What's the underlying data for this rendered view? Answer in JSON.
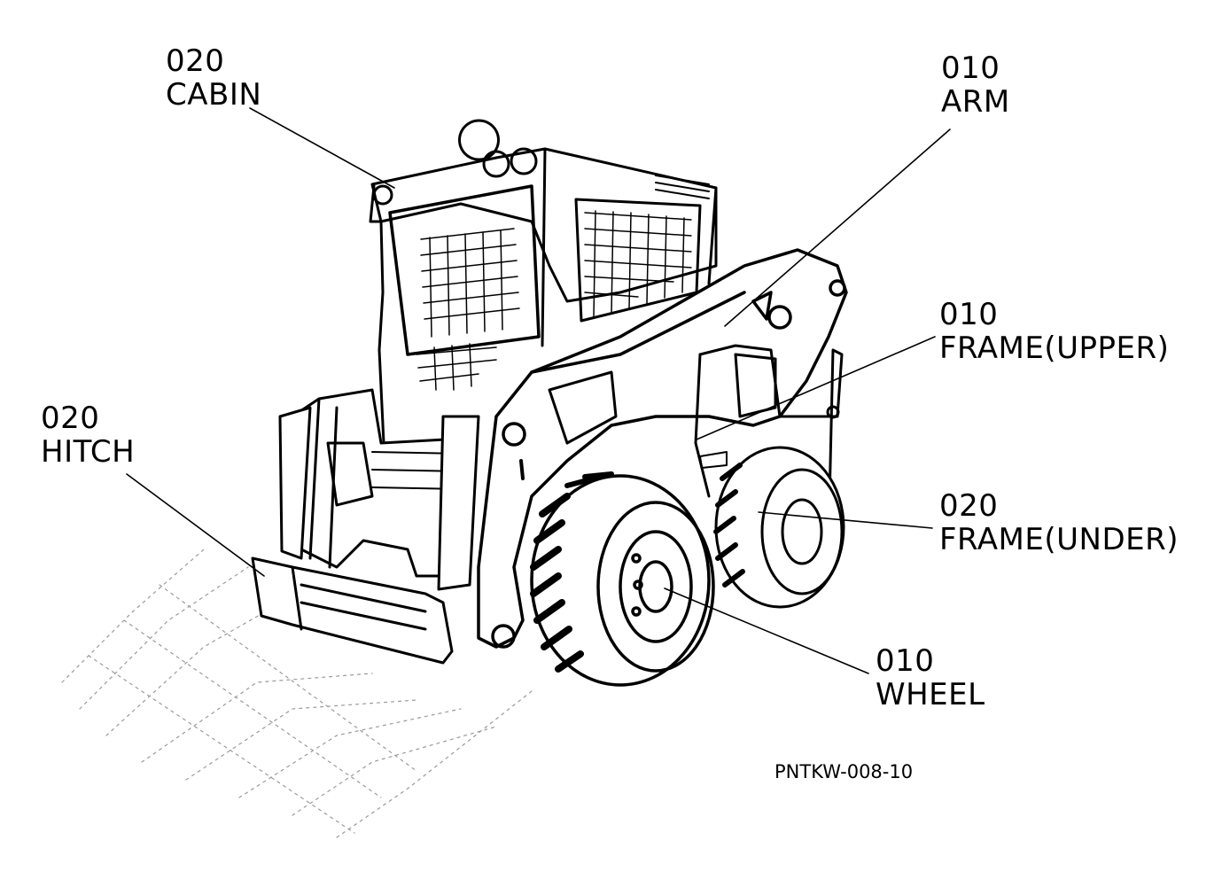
{
  "callouts": {
    "cabin": {
      "code": "020",
      "name": "CABIN"
    },
    "arm": {
      "code": "010",
      "name": "ARM"
    },
    "frame_upper": {
      "code": "010",
      "name": "FRAME(UPPER)"
    },
    "hitch": {
      "code": "020",
      "name": "HITCH"
    },
    "frame_under": {
      "code": "020",
      "name": "FRAME(UNDER)"
    },
    "wheel": {
      "code": "010",
      "name": "WHEEL"
    }
  },
  "figure_id": "PNTKW-008-10",
  "colors": {
    "ink": "#000000",
    "paper": "#ffffff",
    "ground_shadow": "#9a9a9a"
  }
}
